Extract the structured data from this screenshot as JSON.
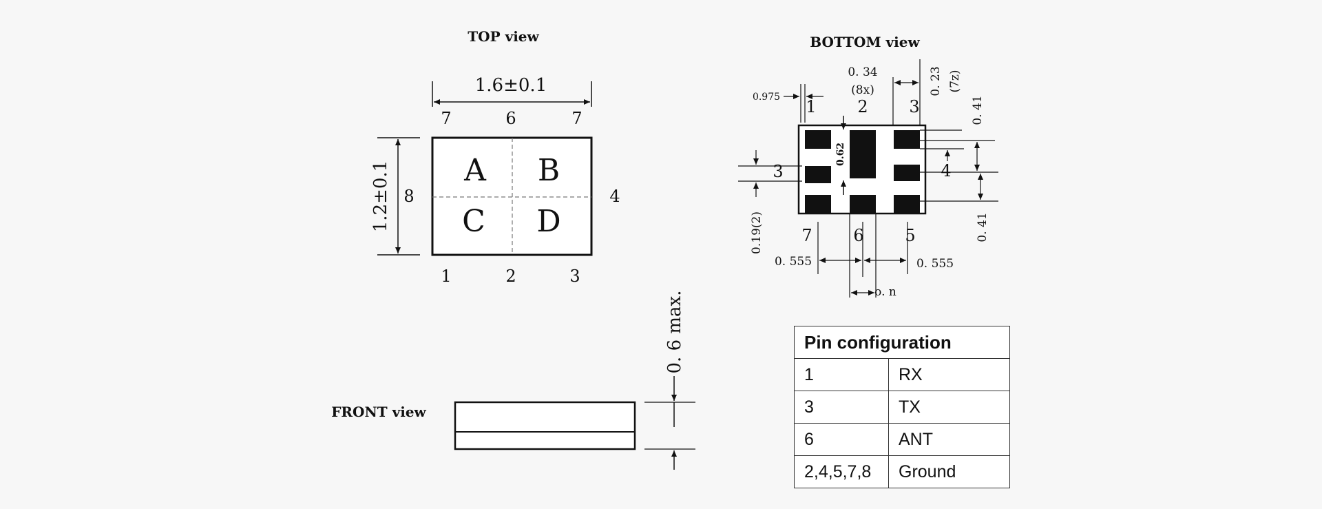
{
  "top_view": {
    "title": "TOP view",
    "width_dim": "1.6±0.1",
    "height_dim": "1.2±0.1",
    "quadrants": [
      "A",
      "B",
      "C",
      "D"
    ],
    "pins_top": [
      "7",
      "6",
      "7"
    ],
    "pins_bottom": [
      "1",
      "2",
      "3"
    ],
    "pin_left": "8",
    "pin_right": "4"
  },
  "bottom_view": {
    "title": "BOTTOM view",
    "dim_0975": "0.975",
    "dim_034": "0. 34",
    "dim_8x": "(8x)",
    "dim_023": "0. 23",
    "dim_7z": "(7z)",
    "dim_041_top": "0. 41",
    "dim_041_bottom": "0. 41",
    "dim_062": "0.62",
    "dim_019": "0.19(2)",
    "dim_0555_left": "0. 555",
    "dim_0555_right": "0. 555",
    "dim_on": "o. n",
    "pins_top": [
      "1",
      "2",
      "3"
    ],
    "pins_bottom": [
      "7",
      "6",
      "5"
    ],
    "pin_left": "3",
    "pin_right": "4"
  },
  "front_view": {
    "title": "FRONT view",
    "height_dim": "0. 6 max."
  },
  "pin_table": {
    "header": "Pin configuration",
    "rows": [
      {
        "pin": "1",
        "function": "RX"
      },
      {
        "pin": "3",
        "function": "TX"
      },
      {
        "pin": "6",
        "function": "ANT"
      },
      {
        "pin": "2,4,5,7,8",
        "function": "Ground"
      }
    ]
  }
}
